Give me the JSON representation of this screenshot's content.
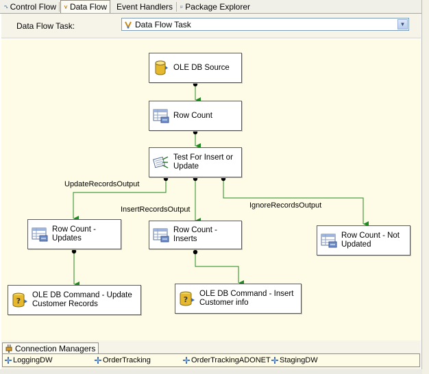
{
  "tabs": [
    {
      "label": "Control Flow",
      "icon": "control-flow-icon",
      "active": false
    },
    {
      "label": "Data Flow",
      "icon": "data-flow-icon",
      "active": true
    },
    {
      "label": "Event Handlers",
      "icon": "event-handlers-icon",
      "active": false
    },
    {
      "label": "Package Explorer",
      "icon": "package-explorer-icon",
      "active": false
    }
  ],
  "task": {
    "label": "Data Flow Task:",
    "selected": "Data Flow Task"
  },
  "components": {
    "source": {
      "label": "OLE DB Source",
      "icon": "database-cylinder-icon"
    },
    "rowcount": {
      "label": "Row Count",
      "icon": "row-count-icon"
    },
    "split": {
      "label": "Test For Insert or Update",
      "icon": "conditional-split-icon"
    },
    "rc_updates": {
      "label": "Row Count - Updates",
      "icon": "row-count-icon"
    },
    "rc_inserts": {
      "label": "Row Count - Inserts",
      "icon": "row-count-icon"
    },
    "rc_notupdated": {
      "label": "Row Count - Not Updated",
      "icon": "row-count-icon"
    },
    "cmd_update": {
      "label": "OLE DB Command - Update Customer Records",
      "icon": "ole-db-command-icon"
    },
    "cmd_insert": {
      "label": "OLE DB Command - Insert Customer info",
      "icon": "ole-db-command-icon"
    }
  },
  "paths": {
    "update": "UpdateRecordsOutput",
    "insert": "InsertRecordsOutput",
    "ignore": "IgnoreRecordsOutput"
  },
  "connection_managers": {
    "tab_label": "Connection Managers",
    "items": [
      "LoggingDW",
      "OrderTracking",
      "OrderTrackingADONET",
      "StagingDW"
    ]
  },
  "colors": {
    "canvas": "#fefce6",
    "arrow": "#1f8a1f",
    "component_border": "#5a5a5a"
  }
}
